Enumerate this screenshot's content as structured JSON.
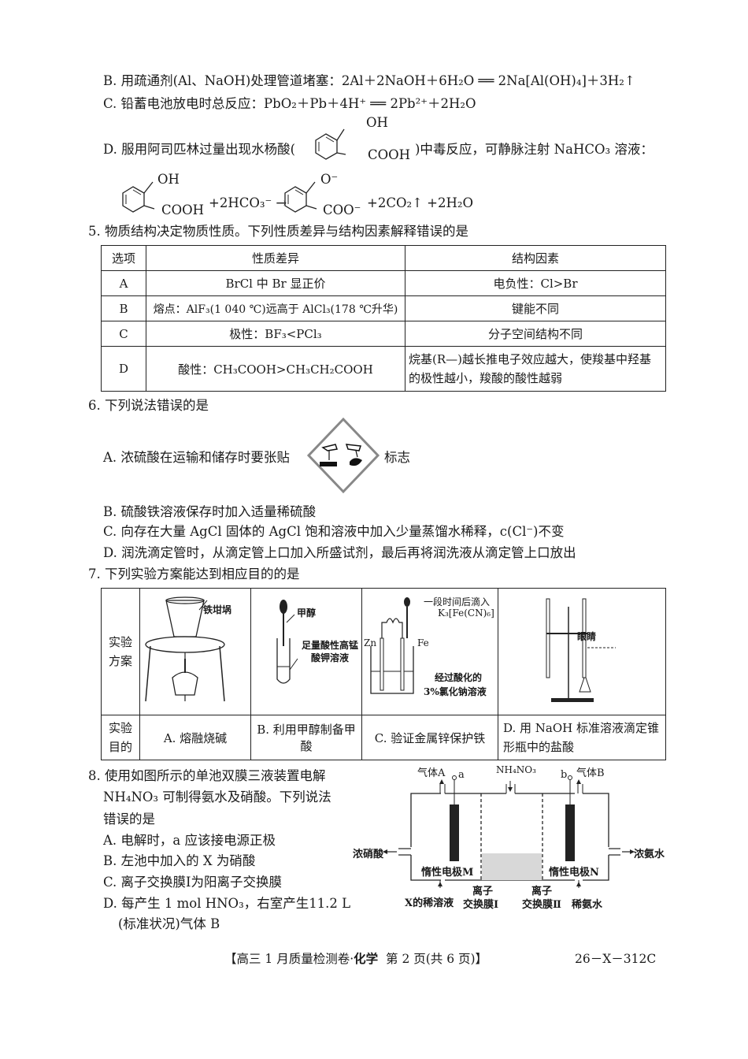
{
  "q4": {
    "optB": {
      "prefix": "B. 用疏通剂(Al、NaOH)处理管道堵塞：",
      "equation": "2Al＋2NaOH＋6H₂O ══ 2Na[Al(OH)₄]＋3H₂↑"
    },
    "optC": {
      "prefix": "C. 铅蓄电池放电时总反应：",
      "equation": "PbO₂＋Pb＋4H⁺ ══ 2Pb²⁺＋2H₂O"
    },
    "optD": {
      "text_before": "D. 服用阿司匹林过量出现水杨酸(",
      "text_after": ")中毒反应，可静脉注射 NaHCO₃ 溶液：",
      "structure_label_top": "OH",
      "structure_label_side": "COOH",
      "reaction": {
        "reactant_top": "OH",
        "reactant_side": "COOH",
        "plus_reagent": "+2HCO₃⁻ →",
        "product_top": "O⁻",
        "product_side": "COO⁻",
        "tail": "+2CO₂↑ +2H₂O"
      }
    }
  },
  "q5": {
    "stem": "5. 物质结构决定物质性质。下列性质差异与结构因素解释错误的是",
    "headers": [
      "选项",
      "性质差异",
      "结构因素"
    ],
    "rows": [
      {
        "option": "A",
        "property": "BrCl 中 Br 显正价",
        "factor": "电负性：Cl>Br"
      },
      {
        "option": "B",
        "property": "熔点：AlF₃(1 040 ℃)远高于 AlCl₃(178 ℃升华)",
        "factor": "键能不同"
      },
      {
        "option": "C",
        "property": "极性：BF₃<PCl₃",
        "factor": "分子空间结构不同"
      },
      {
        "option": "D",
        "property": "酸性：CH₃COOH>CH₃CH₂COOH",
        "factor": "烷基(R—)越长推电子效应越大，使羧基中羟基的极性越小，羧酸的酸性越弱"
      }
    ]
  },
  "q6": {
    "stem": "6. 下列说法错误的是",
    "optA_before": "A. 浓硫酸在运输和储存时要张贴",
    "optA_after": "标志",
    "optB": "B. 硫酸铁溶液保存时加入适量稀硫酸",
    "optC": "C. 向存在大量 AgCl 固体的 AgCl 饱和溶液中加入少量蒸馏水稀释，c(Cl⁻)不变",
    "optD": "D. 润洗滴定管时，从滴定管上口加入所盛试剂，最后再将润洗液从滴定管上口放出"
  },
  "q7": {
    "stem": "7. 下列实验方案能达到相应目的的是",
    "row1_label": "实验方案",
    "row2_label": "实验目的",
    "figA": {
      "label": "铁坩埚"
    },
    "figB": {
      "label1": "甲醇",
      "label2": "足量酸性高锰酸钾溶液"
    },
    "figC": {
      "label1": "一段时间后滴入",
      "label2": "K₃[Fe(CN)₆]",
      "zn": "Zn",
      "fe": "Fe",
      "label3": "经过酸化的",
      "label4": "3%氯化钠溶液"
    },
    "figD": {
      "label": "眼睛"
    },
    "purposes": [
      "A. 熔融烧碱",
      "B. 利用甲醇制备甲酸",
      "C. 验证金属锌保护铁",
      "D. 用 NaOH 标准溶液滴定锥形瓶中的盐酸"
    ]
  },
  "q8": {
    "stem_line1": "8. 使用如图所示的单池双膜三液装置电解",
    "stem_line2": "NH₄NO₃ 可制得氨水及硝酸。下列说法",
    "stem_line3": "错误的是",
    "optA": "A. 电解时，a 应该接电源正极",
    "optB": "B. 左池中加入的 X 为硝酸",
    "optC": "C. 离子交换膜Ⅰ为阳离子交换膜",
    "optD_line1": "D. 每产生 1 mol HNO₃，右室产生11.2 L",
    "optD_line2": "(标准状况)气体 B",
    "diagram": {
      "gasA": "气体A",
      "a": "a",
      "feed": "NH₄NO₃",
      "b": "b",
      "gasB": "气体B",
      "left_out": "浓硝酸",
      "right_out": "浓氨水",
      "electrodeM": "惰性电极M",
      "electrodeN": "惰性电极N",
      "left_in": "X的稀溶液",
      "membrane1_l1": "离子",
      "membrane1_l2": "交换膜Ⅰ",
      "membrane2_l1": "离子",
      "membrane2_l2": "交换膜Ⅱ",
      "right_in": "稀氨水"
    }
  },
  "footer": {
    "title_left": "【高三 1 月质量检测卷·",
    "title_subject": "化学",
    "title_page": "  第 2 页(共 6 页)】",
    "code": "26－X－312C"
  }
}
